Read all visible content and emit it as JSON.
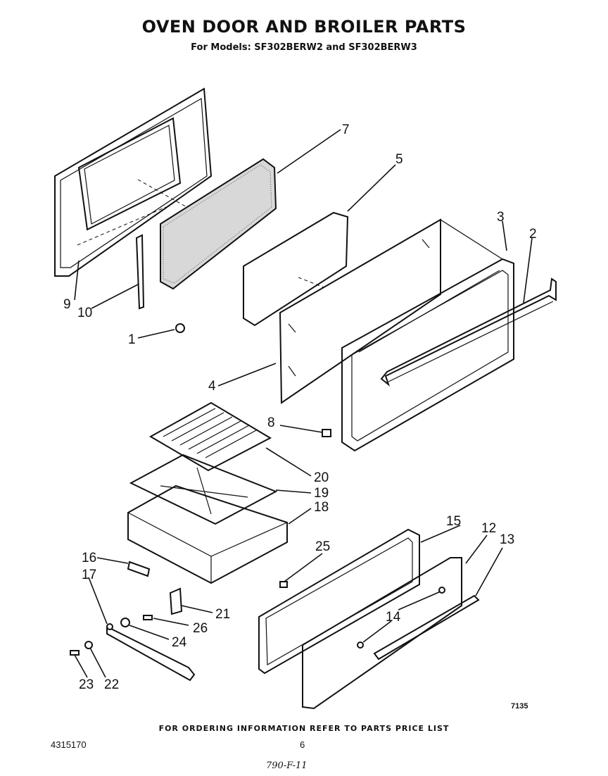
{
  "header": {
    "title": "OVEN DOOR AND BROILER PARTS",
    "subtitle": "For Models: SF302BERW2 and SF302BERW3"
  },
  "callouts": {
    "p1": "1",
    "p2": "2",
    "p3": "3",
    "p4": "4",
    "p5": "5",
    "p7": "7",
    "p8": "8",
    "p9": "9",
    "p10": "10",
    "p12": "12",
    "p13": "13",
    "p14": "14",
    "p15": "15",
    "p16": "16",
    "p17": "17",
    "p18": "18",
    "p19": "19",
    "p20": "20",
    "p21": "21",
    "p22": "22",
    "p23": "23",
    "p24": "24",
    "p25": "25",
    "p26": "26"
  },
  "figure_code": "7135",
  "footer": {
    "note": "FOR ORDERING INFORMATION REFER TO PARTS PRICE LIST",
    "part_number": "4315170",
    "page_number": "6",
    "handwritten": "790-F-11"
  }
}
